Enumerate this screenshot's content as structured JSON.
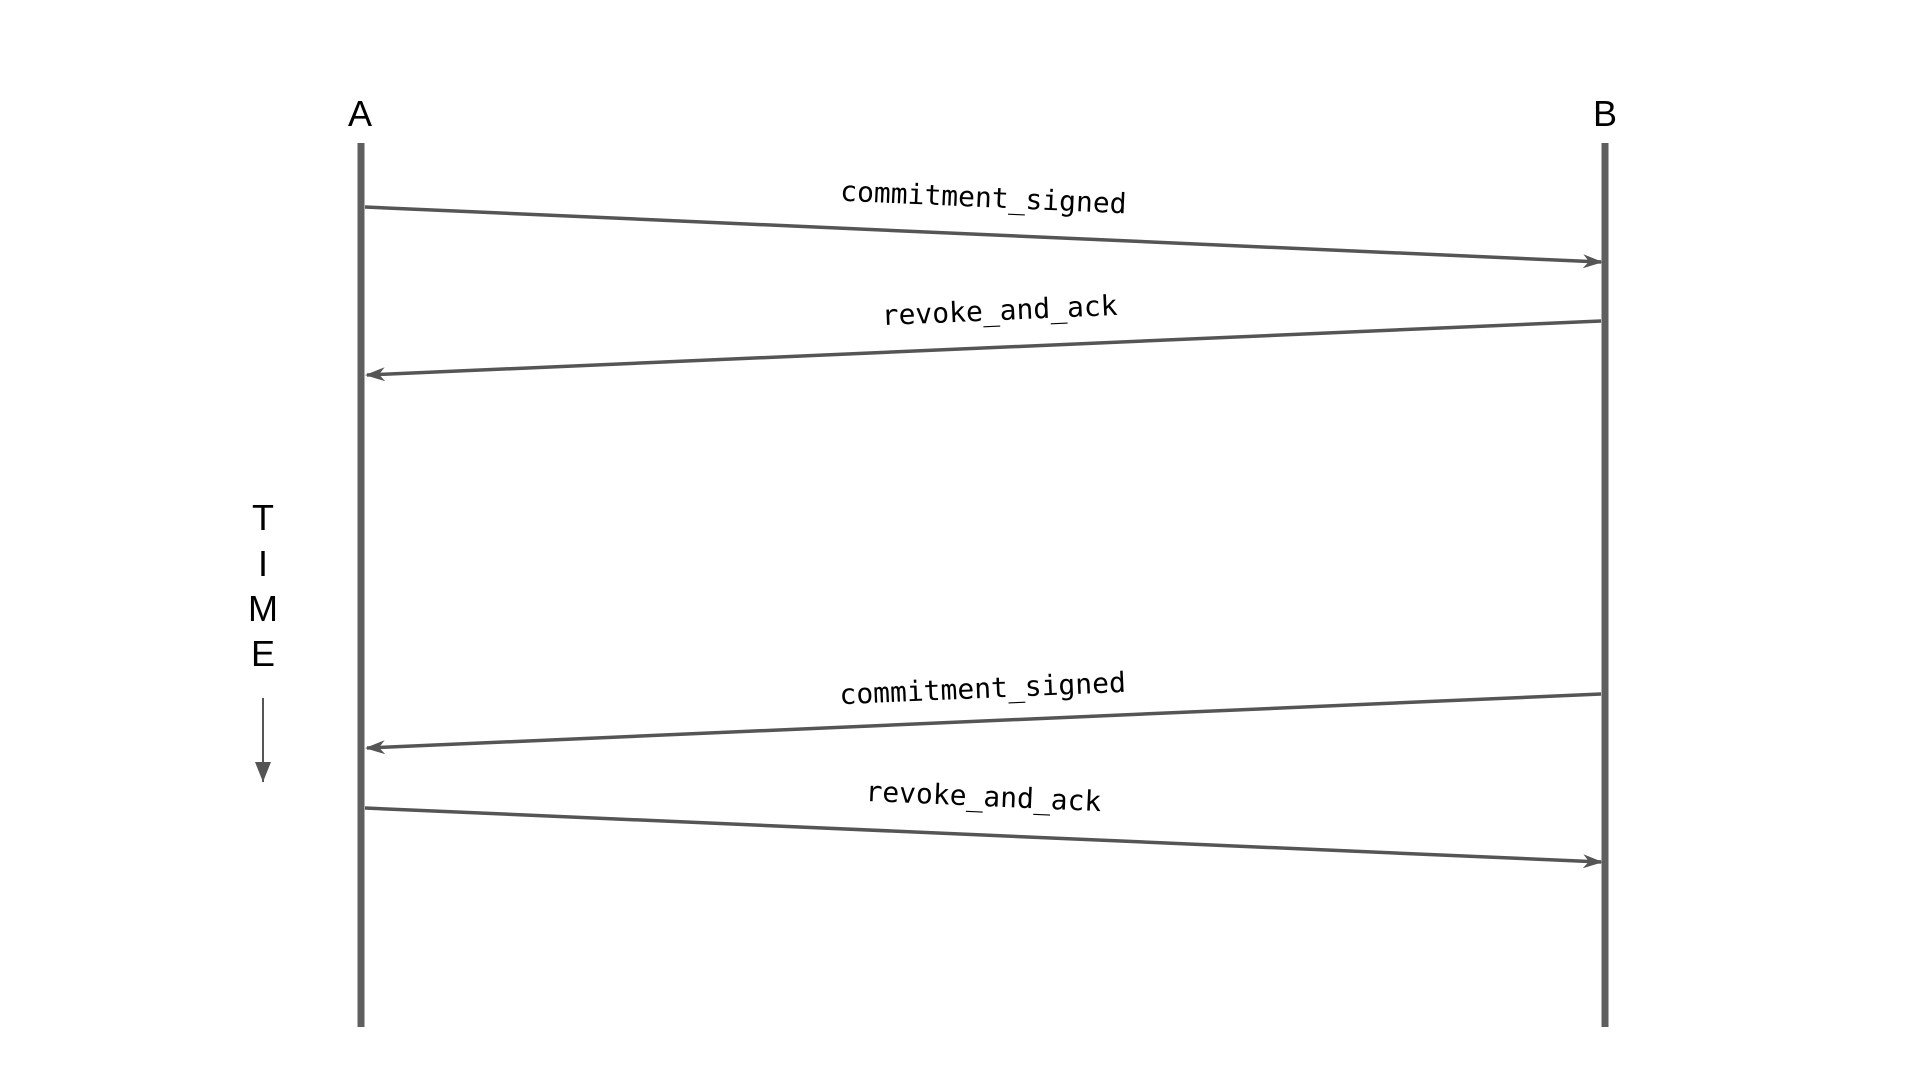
{
  "parties": [
    {
      "id": "A",
      "label": "A"
    },
    {
      "id": "B",
      "label": "B"
    }
  ],
  "messages": [
    {
      "label": "commitment_signed",
      "from": "A",
      "to": "B"
    },
    {
      "label": "revoke_and_ack",
      "from": "B",
      "to": "A"
    },
    {
      "label": "commitment_signed",
      "from": "B",
      "to": "A"
    },
    {
      "label": "revoke_and_ack",
      "from": "A",
      "to": "B"
    }
  ],
  "time_axis": {
    "letters": [
      "T",
      "I",
      "M",
      "E"
    ]
  },
  "colors": {
    "lifeline": "#5f5f5f",
    "arrow": "#555555",
    "text": "#000000",
    "background": "#ffffff"
  }
}
